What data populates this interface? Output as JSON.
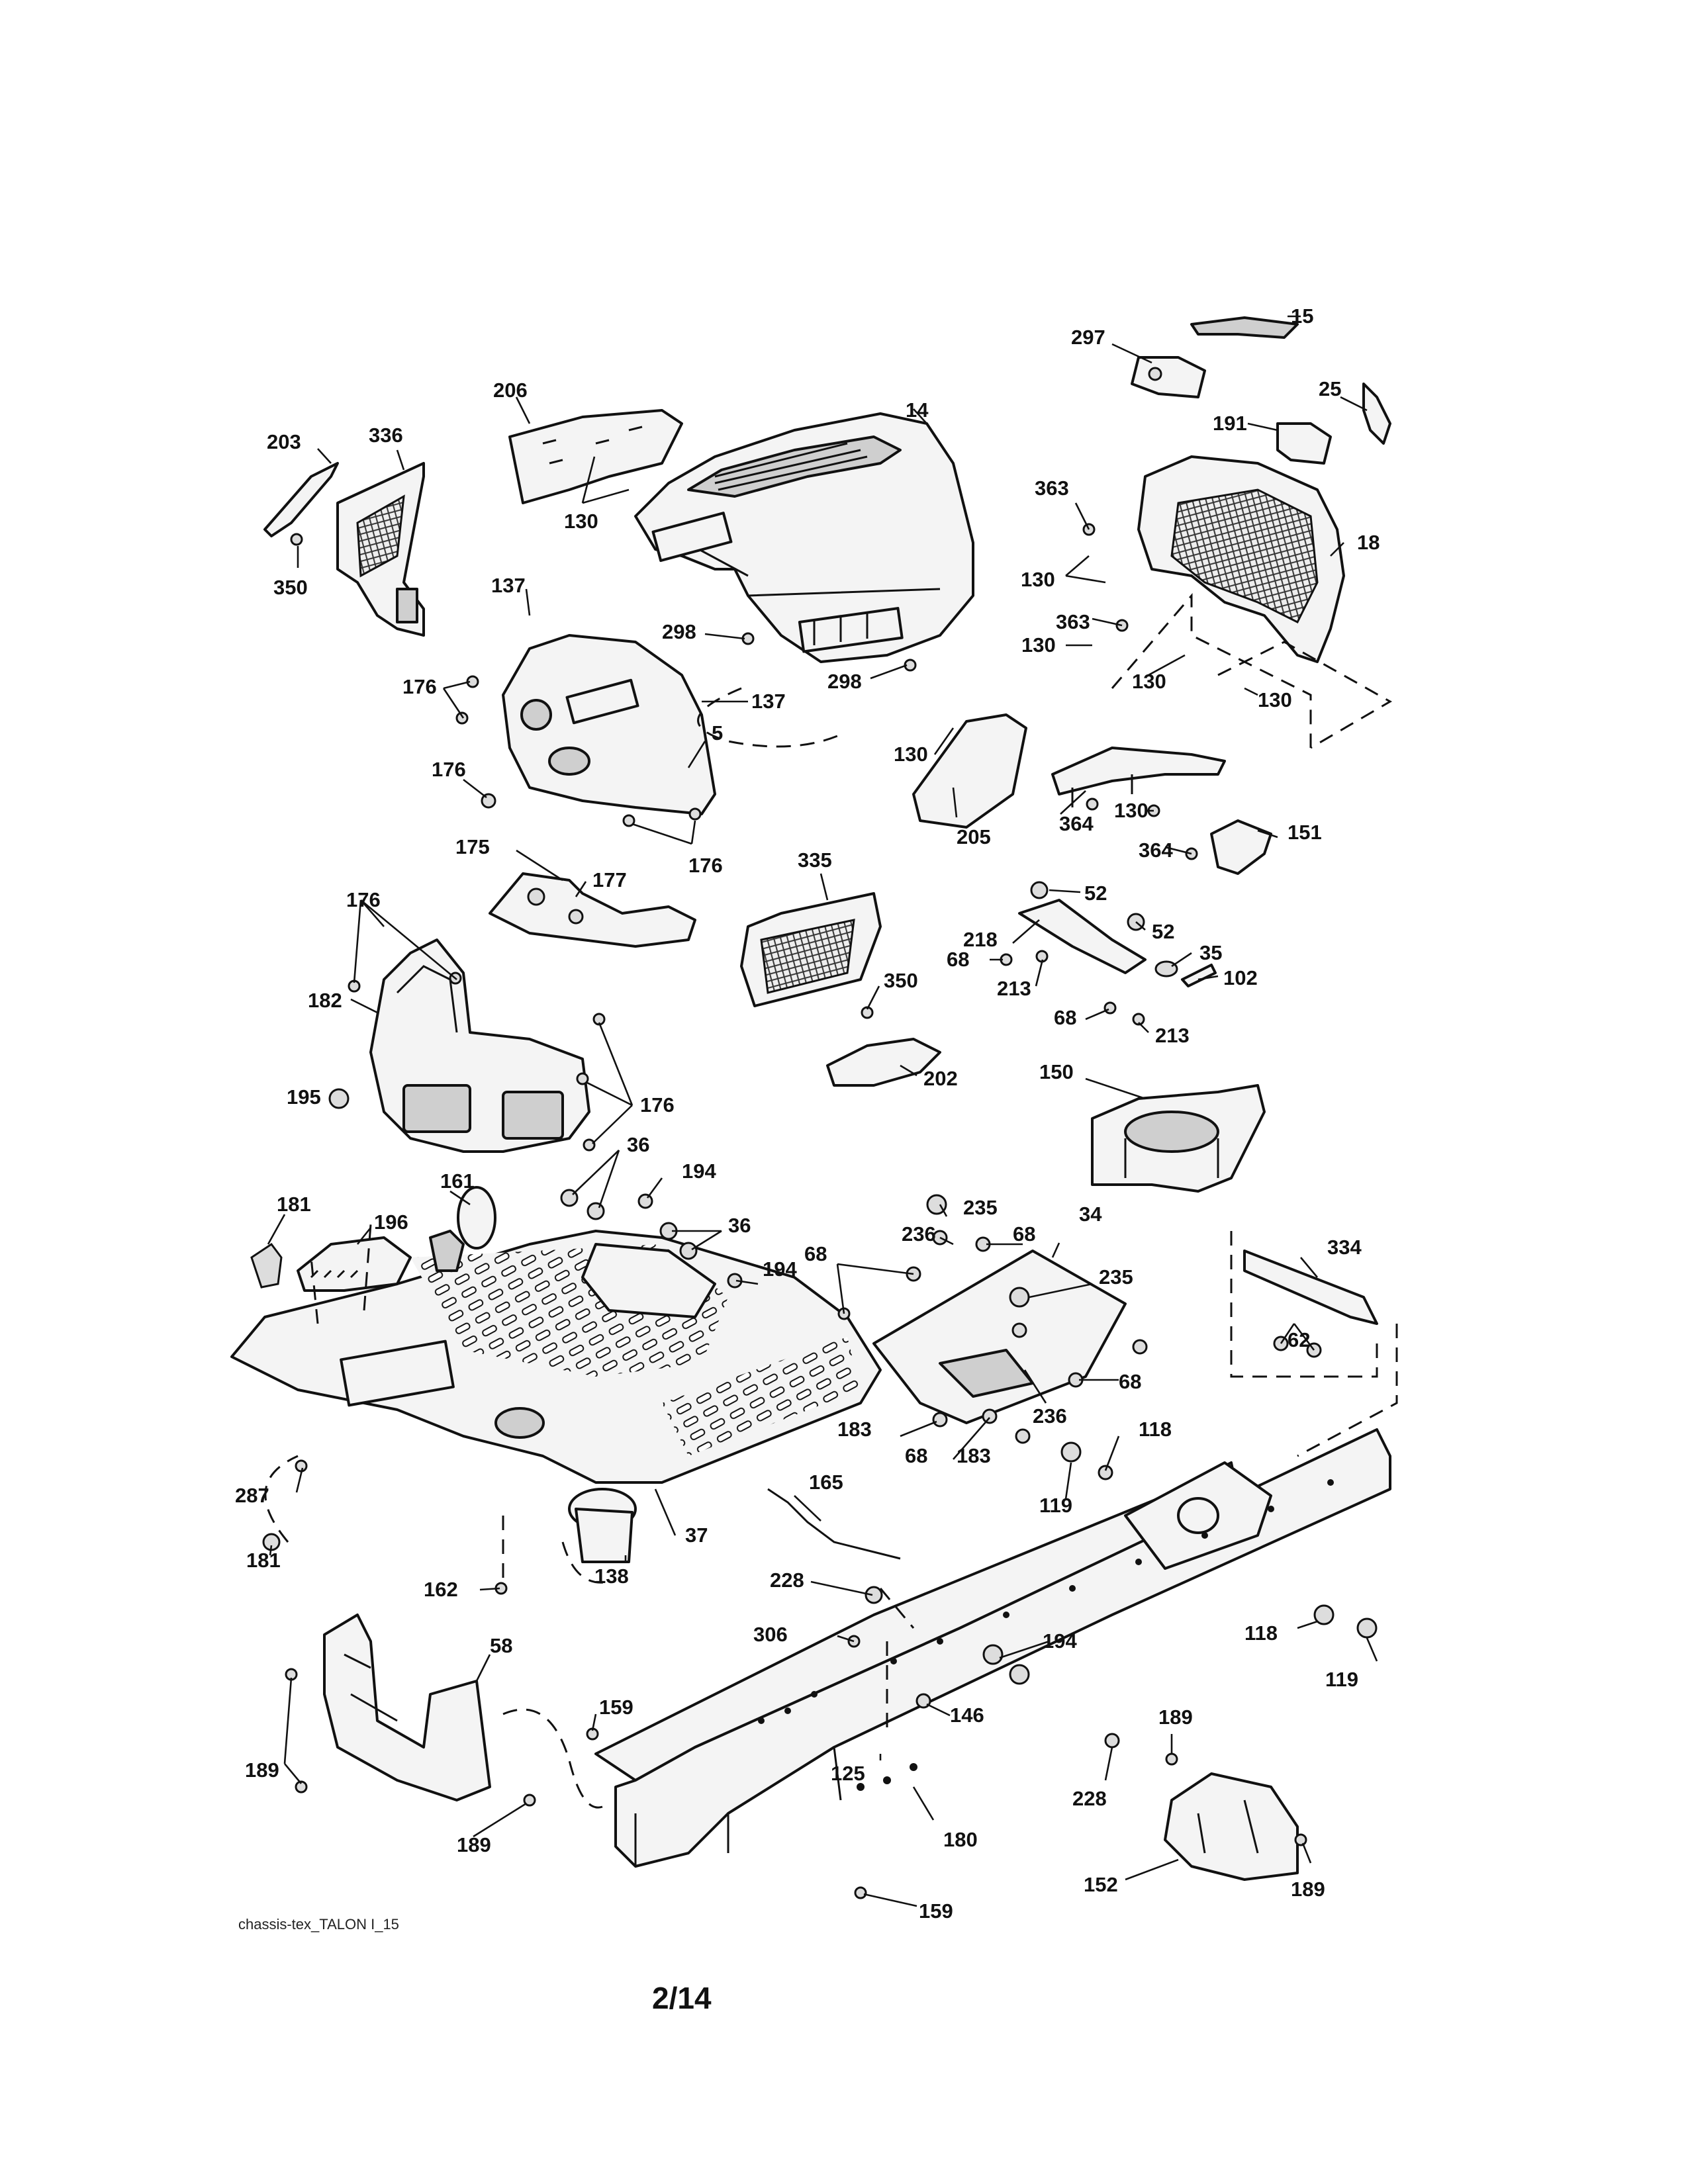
{
  "diagram": {
    "caption": "chassis-tex_TALON I_15",
    "page_number": "2/14"
  },
  "callouts": {
    "c15": "15",
    "c297": "297",
    "c25": "25",
    "c191": "191",
    "c14": "14",
    "c206": "206",
    "c203": "203",
    "c336": "336",
    "c130a": "130",
    "c350a": "350",
    "c363a": "363",
    "c130b": "130",
    "c18": "18",
    "c363b": "363",
    "c130c": "130",
    "c130d": "130",
    "c130e": "130",
    "c137a": "137",
    "c298a": "298",
    "c298b": "298",
    "c176a": "176",
    "c137b": "137",
    "c5": "5",
    "c130f": "130",
    "c176b": "176",
    "c176c": "176",
    "c205": "205",
    "c364a": "364",
    "c130g": "130",
    "c364b": "364",
    "c151": "151",
    "c175": "175",
    "c177": "177",
    "c335": "335",
    "c52a": "52",
    "c52b": "52",
    "c218": "218",
    "c68a": "68",
    "c35": "35",
    "c213a": "213",
    "c102": "102",
    "c68b": "68",
    "c213b": "213",
    "c176d": "176",
    "c182": "182",
    "c350b": "350",
    "c202": "202",
    "c195": "195",
    "c176e": "176",
    "c150": "150",
    "c36a": "36",
    "c194a": "194",
    "c161": "161",
    "c181a": "181",
    "c196": "196",
    "c36b": "36",
    "c235a": "235",
    "c236a": "236",
    "c68c": "68",
    "c34": "34",
    "c194b": "194",
    "c68d": "68",
    "c235b": "235",
    "c334": "334",
    "c62": "62",
    "c68e": "68",
    "c236b": "236",
    "c183a": "183",
    "c68f": "68",
    "c183b": "183",
    "c118a": "118",
    "c119a": "119",
    "c287": "287",
    "c37": "37",
    "c165": "165",
    "c181b": "181",
    "c162": "162",
    "c138": "138",
    "c228a": "228",
    "c306": "306",
    "c194c": "194",
    "c118b": "118",
    "c119b": "119",
    "c58": "58",
    "c146": "146",
    "c159a": "159",
    "c189a": "189",
    "c125": "125",
    "c228b": "228",
    "c180": "180",
    "c189b": "189",
    "c189c": "189",
    "c152": "152",
    "c189d": "189",
    "c159b": "159"
  }
}
